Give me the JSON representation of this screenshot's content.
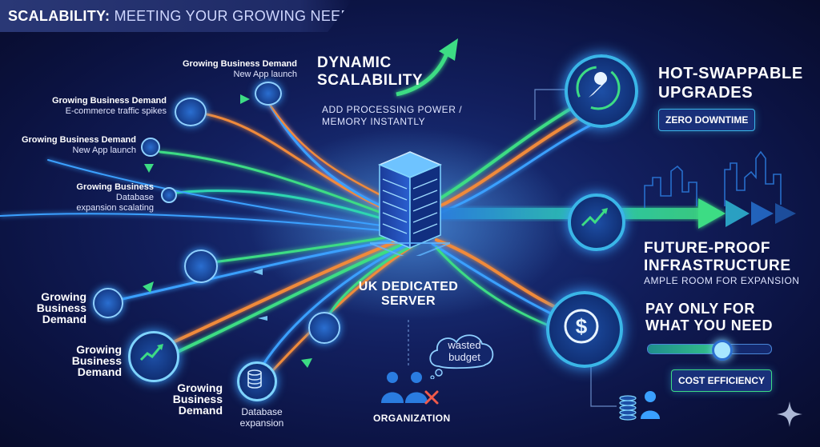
{
  "title": {
    "strong": "SCALABILITY:",
    "rest": " MEETING YOUR GROWING NEEDS"
  },
  "left_demands": [
    {
      "heading": "Growing Business Demand",
      "sub": "New App launch"
    },
    {
      "heading": "Growing Business Demand",
      "sub": "E-commerce traffic spikes"
    },
    {
      "heading": "Growing Business Demand",
      "sub": "New App launch"
    },
    {
      "heading": "Growing Business",
      "sub": "Database expansion scalating"
    }
  ],
  "lower_demands": [
    {
      "lines": [
        "Growing",
        "Business",
        "Demand"
      ]
    },
    {
      "lines": [
        "Growing",
        "Business",
        "Demand"
      ]
    },
    {
      "lines": [
        "Growing",
        "Business",
        "Demand"
      ]
    }
  ],
  "database_label": "Database expansion",
  "dynamic": {
    "heading": [
      "DYNAMIC",
      "SCALABILITY"
    ],
    "sub": [
      "ADD PROCESSING POWER /",
      "MEMORY INSTANTLY"
    ]
  },
  "server_label": [
    "UK DEDICATED",
    "SERVER"
  ],
  "hot_swap": {
    "heading": [
      "HOT-SWAPPABLE",
      "UPGRADES"
    ],
    "badge": "ZERO DOWNTIME"
  },
  "future": {
    "heading": [
      "FUTURE-PROOF",
      "INFRASTRUCTURE"
    ],
    "sub": "AMPLE ROOM FOR EXPANSION"
  },
  "pay": {
    "heading": [
      "PAY ONLY FOR",
      "WHAT YOU NEED"
    ],
    "badge": "COST EFFICIENCY",
    "slider_level": 0.6
  },
  "wasted": [
    "wasted",
    "budget"
  ],
  "organization": "ORGANIZATION",
  "colors": {
    "green": "#3ddc84",
    "orange": "#f08a3a",
    "blue": "#3aa0ff",
    "teal": "#2fd6b0",
    "node": "#1e5aa8"
  }
}
